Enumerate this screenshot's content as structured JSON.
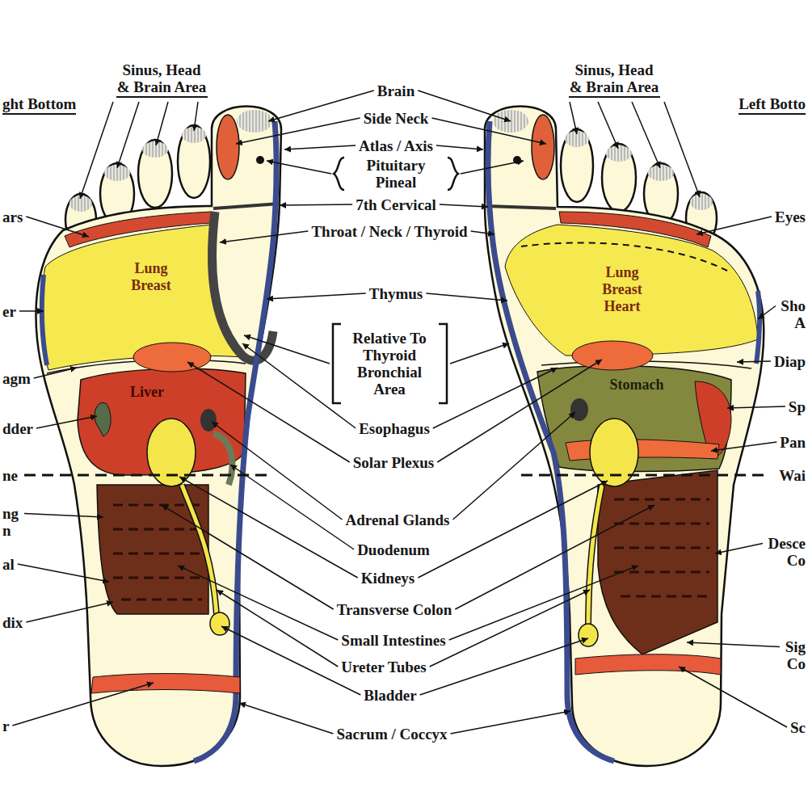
{
  "diagram": {
    "nodes": [
      {
        "text": [
          "Lung Breast"
        ]
      },
      {
        "text": [
          "Liver"
        ]
      },
      {
        "text": [
          "Lung Breast Heart"
        ]
      },
      {
        "text": [
          "Stomach"
        ]
      }
    ],
    "labels": [
      "ght Bottom",
      "Sinus, Head & Brain Area",
      "Brain",
      "Sinus, Head & Brain Area",
      "Left Botto",
      "Side Neck",
      "Atlas / Axis",
      "Pituitary Pineal",
      "7th Cervical",
      "ars",
      "Throat / Neck / Thyroid",
      "Eyes",
      "Thymus",
      "er",
      "Sho A",
      "Relative To Thyroid Bronchial Area",
      "agm",
      "Diap",
      "Esophagus",
      "dder",
      "Sp",
      "Solar Plexus",
      "Pan",
      "ne",
      "Wai",
      "ng n",
      "Adrenal Glands",
      "Desce Co",
      "Duodenum",
      "al",
      "Kidneys",
      "Transverse Colon",
      "dix",
      "Small Intestines",
      "Sig Co",
      "Ureter Tubes",
      "Bladder",
      "r",
      "Sacrum / Coccyx",
      "Sc"
    ]
  }
}
